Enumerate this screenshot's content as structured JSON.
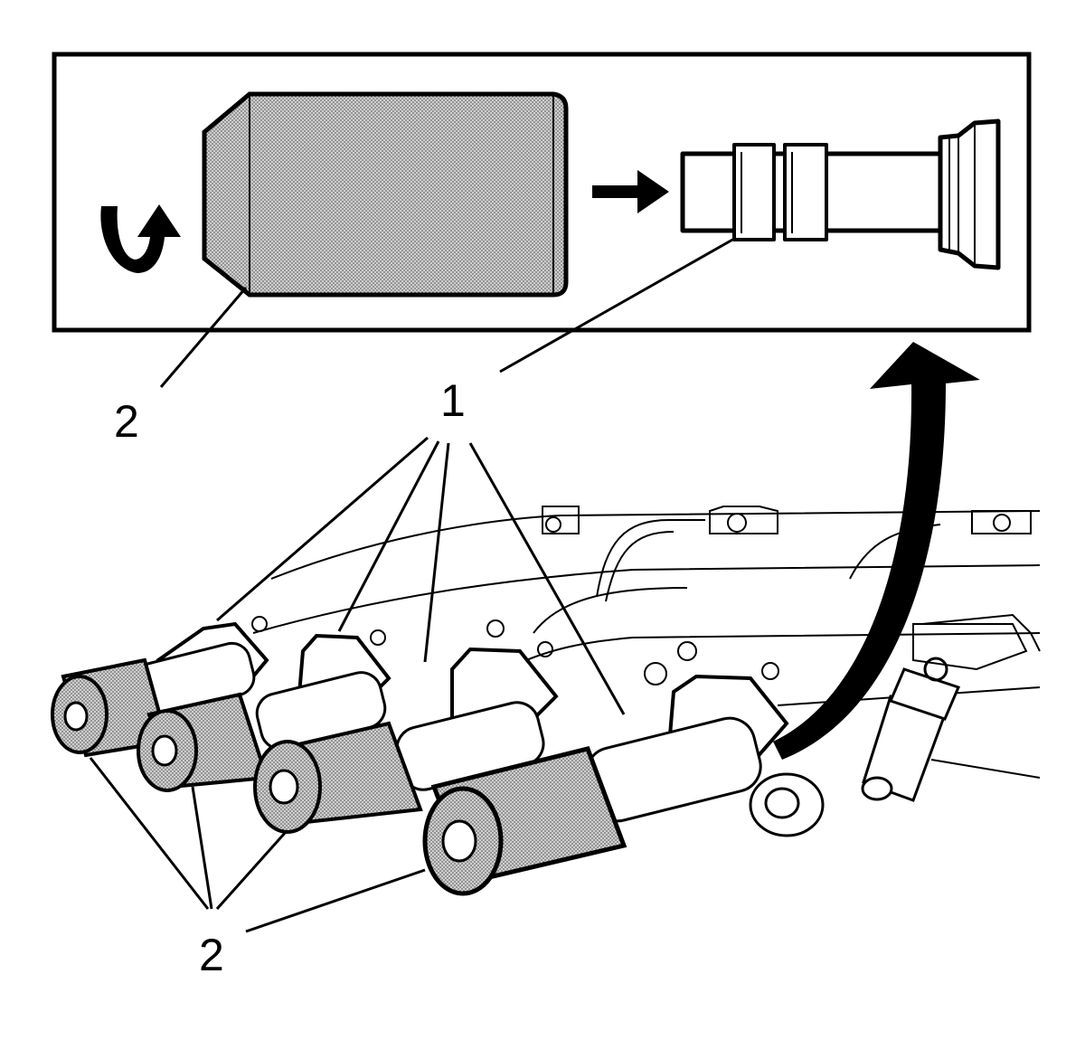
{
  "callouts": {
    "top_left_label": "2",
    "center_label": "1",
    "bottom_label": "2"
  },
  "colors": {
    "ink": "#000000",
    "shade": "#b8b8b8",
    "paper": "#ffffff"
  },
  "icons": {
    "rotate": "curved-rotate-arrow-icon",
    "direction": "right-arrow-icon",
    "removal": "large-curved-arrow-icon"
  }
}
